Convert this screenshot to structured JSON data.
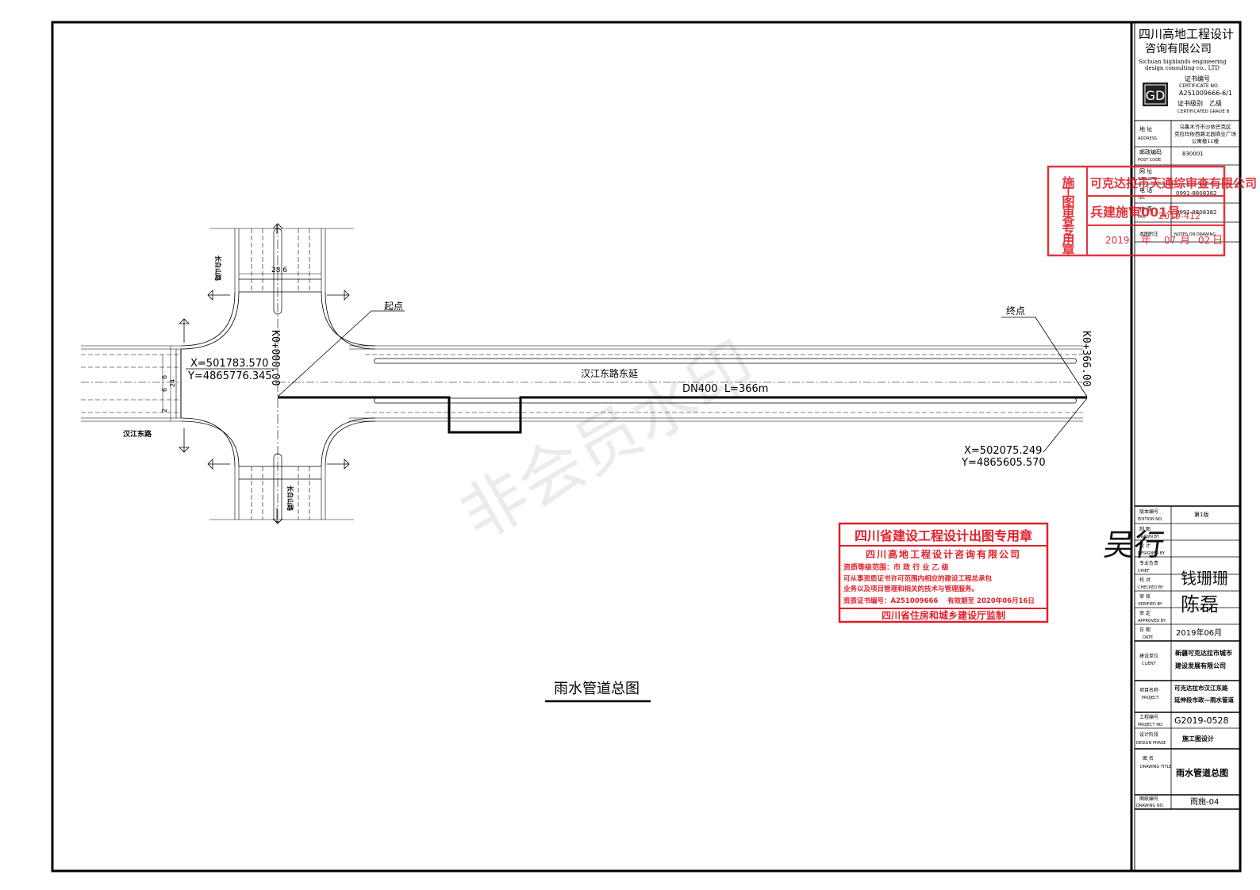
{
  "company": {
    "name_line1": "四川高地工程设计",
    "name_line2": "咨询有限公司",
    "name_en_line1": "Sichuan highlands engineering",
    "name_en_line2": "design consulting co., LTD",
    "logo_text": "GD",
    "cert_label": "证书编号",
    "cert_label_en": "CERTIFICATE NO.",
    "cert_no": "A251009666-6/1",
    "grade_label": "证书级别",
    "grade_value": "乙级",
    "grade_en": "CERTIFICATED GRADE B"
  },
  "info_rows": [
    {
      "label": "地    址",
      "label_en": "ADDRESS",
      "value_line1": "乌鲁木齐市沙依巴克区",
      "value_line2": "克拉玛依西路北园商业广场",
      "value_line3": "公寓楼11楼"
    },
    {
      "label": "邮政编码",
      "label_en": "POST CODE",
      "value": "830001"
    },
    {
      "label": "网    址",
      "label_en": "WEB SITE",
      "value": ""
    },
    {
      "label": "电    话",
      "label_en": "TEL",
      "value": "0991-8808382"
    },
    {
      "label": "传    真",
      "label_en": "FAX",
      "value": "0991-8808382"
    },
    {
      "label": "本图附注",
      "label_en": "NOTES ON DRAWING",
      "value": ""
    }
  ],
  "review_stamp": {
    "side_text": "施工图审查专用章",
    "line1": "可克达拉市天通综审查有限公司",
    "line2": "兵建施审001号",
    "line2_extra": "2019-412",
    "date_year": "2019",
    "date_year_char": "年",
    "date_month": "07",
    "date_month_char": "月",
    "date_day": "02",
    "date_day_char": "日"
  },
  "design_stamp": {
    "title": "四川省建设工程设计出图专用章",
    "company": "四川高地工程设计咨询有限公司",
    "scope": "资质等级范围：市 政 行 业 乙 级",
    "line3": "可从事资质证书许可范围内相应的建设工程总承包",
    "line4": "业务以及项目管理和相关的技术与管理服务。",
    "cert": "资质证书编号：A251009666    有效期至 2020年06月16日",
    "footer": "四川省住房和城乡建设厅监制"
  },
  "title_block": [
    {
      "label": "版本编号",
      "label_en": "EDITION NO.",
      "value": "第1版"
    },
    {
      "label": "制    图",
      "label_en": "DRAWN BY",
      "value": ""
    },
    {
      "label": "设    计",
      "label_en": "DESIGNED BY",
      "value": ""
    },
    {
      "label": "专业负责",
      "label_en": "CHIEF",
      "value": ""
    },
    {
      "label": "校    对",
      "label_en": "CHECKED BY",
      "value": ""
    },
    {
      "label": "审    核",
      "label_en": "VERIFIED BY",
      "value": ""
    },
    {
      "label": "审    定",
      "label_en": "APPROVED BY",
      "value": ""
    },
    {
      "label": "日    期",
      "label_en": "DATE",
      "value": "2019年06月"
    },
    {
      "label": "建设单位",
      "label_en": "CLIENT",
      "value_line1": "新疆可克达拉市城市",
      "value_line2": "建设发展有限公司"
    },
    {
      "label": "项目名称",
      "label_en": "PROJECT",
      "value_line1": "可克达拉市汉江东路",
      "value_line2": "延伸段市政—雨水管道"
    },
    {
      "label": "工程编号",
      "label_en": "PROJECT NO.",
      "value": "G2019-0528"
    },
    {
      "label": "设计阶段",
      "label_en": "DESIGN PHASE",
      "value": "施工图设计"
    },
    {
      "label": "图    名",
      "label_en": "DRAWING TITLE",
      "value": "雨水管道总图"
    },
    {
      "label": "图纸编号",
      "label_en": "DRAWING NO.",
      "value": "雨施-04"
    }
  ],
  "signatures": {
    "drawn": "吴行",
    "designed": "",
    "chief": "",
    "checked": "钱珊珊",
    "verified": "陈磊",
    "approved": ""
  },
  "drawing": {
    "watermark": "非会员水印",
    "road_north_label": "长白山路",
    "road_south_label": "长白山路",
    "road_west_label": "汉江东路",
    "road_main_label": "汉江东路东延",
    "width_dim": "28.6",
    "dim_6a": "6",
    "dim_6b": "6",
    "dim_24": "24",
    "dim_2": "2",
    "start_label": "起点",
    "end_label": "终点",
    "start_station": "K0+000.00",
    "end_station": "K0+366.00",
    "start_x": "X=501783.570",
    "start_y": "Y=4865776.345",
    "end_x": "X=502075.249",
    "end_y": "Y=4865605.570",
    "pipe_label": "DN400  L=366m",
    "title": "雨水管道总图"
  }
}
